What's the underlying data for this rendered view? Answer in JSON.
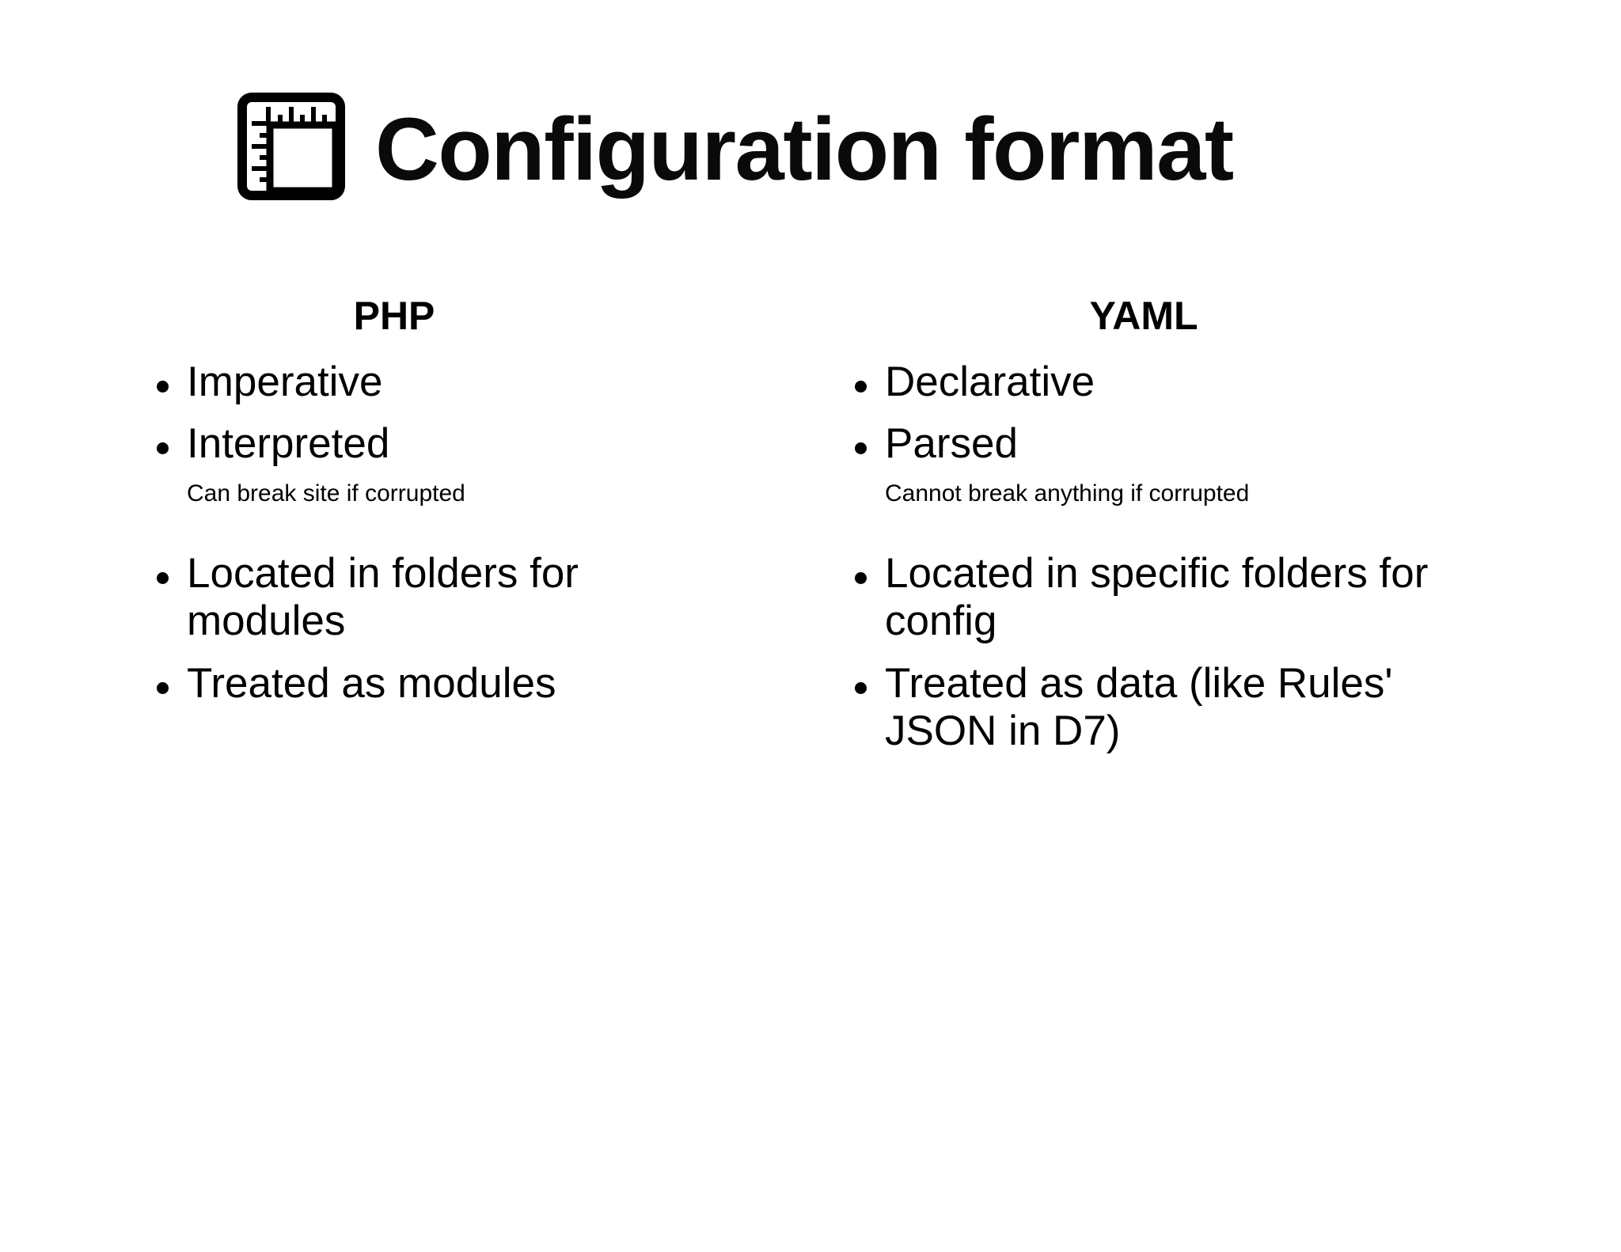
{
  "slide": {
    "background_color": "#ffffff",
    "text_color": "#000000",
    "icon": "ruler-icon",
    "title": "Configuration format"
  },
  "columns": [
    {
      "key": "php",
      "header": "PHP",
      "items": [
        {
          "text": "Imperative",
          "note": null
        },
        {
          "text": "Interpreted",
          "note": "Can break site if corrupted"
        },
        {
          "text": "Located in folders for modules",
          "note": null
        },
        {
          "text": "Treated as modules",
          "note": null
        }
      ]
    },
    {
      "key": "yaml",
      "header": "YAML",
      "items": [
        {
          "text": "Declarative",
          "note": null
        },
        {
          "text": "Parsed",
          "note": "Cannot break anything if corrupted"
        },
        {
          "text": "Located in specific folders for config",
          "note": null
        },
        {
          "text": "Treated as data (like Rules' JSON in D7)",
          "note": null
        }
      ]
    }
  ]
}
